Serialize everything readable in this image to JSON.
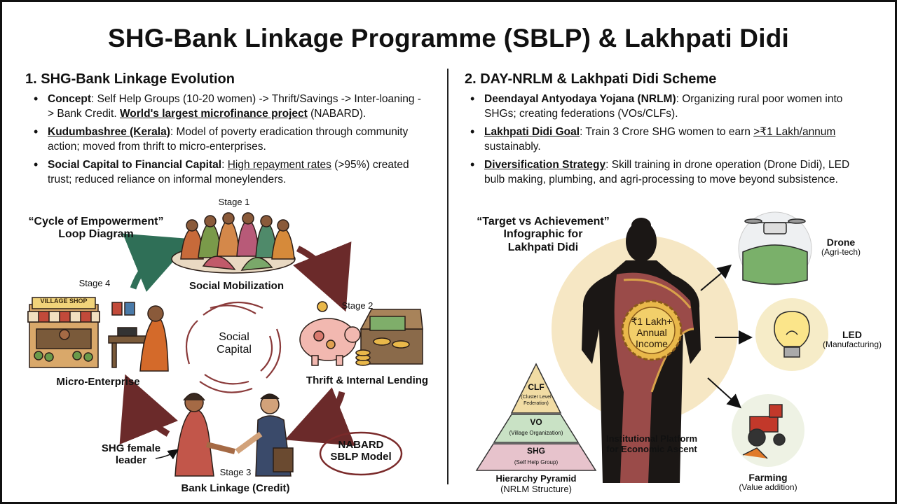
{
  "title": "SHG-Bank Linkage Programme (SBLP) & Lakhpati Didi",
  "left": {
    "heading": "1. SHG-Bank Linkage Evolution",
    "bullets": [
      {
        "term": "Concept",
        "text_a": ": Self Help Groups (10-20 women) -> Thrift/Savings -> Inter-loaning -> Bank Credit. ",
        "emph": "World's largest microfinance project",
        "text_b": " (NABARD)."
      },
      {
        "term": "Kudumbashree (Kerala)",
        "text_a": ": Model of poverty eradication through community action; moved from thrift to micro-enterprises."
      },
      {
        "term": "Social Capital to Financial Capital",
        "text_a": ": ",
        "emph": "High repayment rates",
        "text_b": " (>95%) created trust; reduced reliance on informal moneylenders."
      }
    ],
    "diagram": {
      "title_line1": "“Cycle of Empowerment”",
      "title_line2": "Loop Diagram",
      "center_line1": "Social",
      "center_line2": "Capital",
      "stage1_tag": "Stage 1",
      "stage1_label": "Social Mobilization",
      "stage2_tag": "Stage 2",
      "stage2_label": "Thrift & Internal Lending",
      "stage3_tag": "Stage 3",
      "stage3_label": "Bank Linkage (Credit)",
      "stage4_tag": "Stage 4",
      "stage4_label": "Micro-Enterprise",
      "shop_sign": "VILLAGE SHOP",
      "leader_line1": "SHG female",
      "leader_line2": "leader",
      "nabard_line1": "NABARD",
      "nabard_line2": "SBLP Model"
    }
  },
  "right": {
    "heading": "2. DAY-NRLM & Lakhpati Didi Scheme",
    "bullets": [
      {
        "term": "Deendayal Antyodaya Yojana (NRLM)",
        "text_a": ": Organizing rural poor women into SHGs; creating federations (VOs/CLFs)."
      },
      {
        "term": "Lakhpati Didi Goal",
        "text_a": ": Train 3 Crore SHG women to earn ",
        "emph": ">₹1 Lakh/annum",
        "text_b": " sustainably."
      },
      {
        "term": "Diversification Strategy",
        "text_a": ": Skill training in drone operation (Drone Didi), LED bulb making, plumbing, and agri-processing to move beyond subsistence."
      }
    ],
    "infographic": {
      "title_line1": "“Target vs Achievement”",
      "title_line2": "Infographic for",
      "title_line3": "Lakhpati Didi",
      "badge_line1": "₹1 Lakh+",
      "badge_line2": "Annual",
      "badge_line3": "Income",
      "platform_line1": "Institutional Platform",
      "platform_line2": "for Economic Ascent",
      "pyramid": {
        "clf": "CLF",
        "clf_sub1": "(Cluster Level",
        "clf_sub2": "Federation)",
        "vo": "VO",
        "vo_sub": "(Village Organization)",
        "shg": "SHG",
        "shg_sub": "(Self Help Group)",
        "caption1": "Hierarchy Pyramid",
        "caption2": "(NRLM Structure)"
      },
      "drone": {
        "label": "Drone",
        "sub": "(Agri-tech)"
      },
      "led": {
        "label": "LED",
        "sub": "(Manufacturing)"
      },
      "farming": {
        "label": "Farming",
        "sub": "(Value addition)"
      }
    }
  },
  "colors": {
    "arrow": "#6b2a2a",
    "arrow_green": "#2f6f57",
    "pyramid_top": "#f1dca4",
    "pyramid_mid": "#c9e2c5",
    "pyramid_base": "#e7c3cc",
    "sun_disc": "#f6e7c4",
    "silhouette": "#1b1715",
    "saree": "#9a4b49",
    "badge": "#e9b84a"
  }
}
